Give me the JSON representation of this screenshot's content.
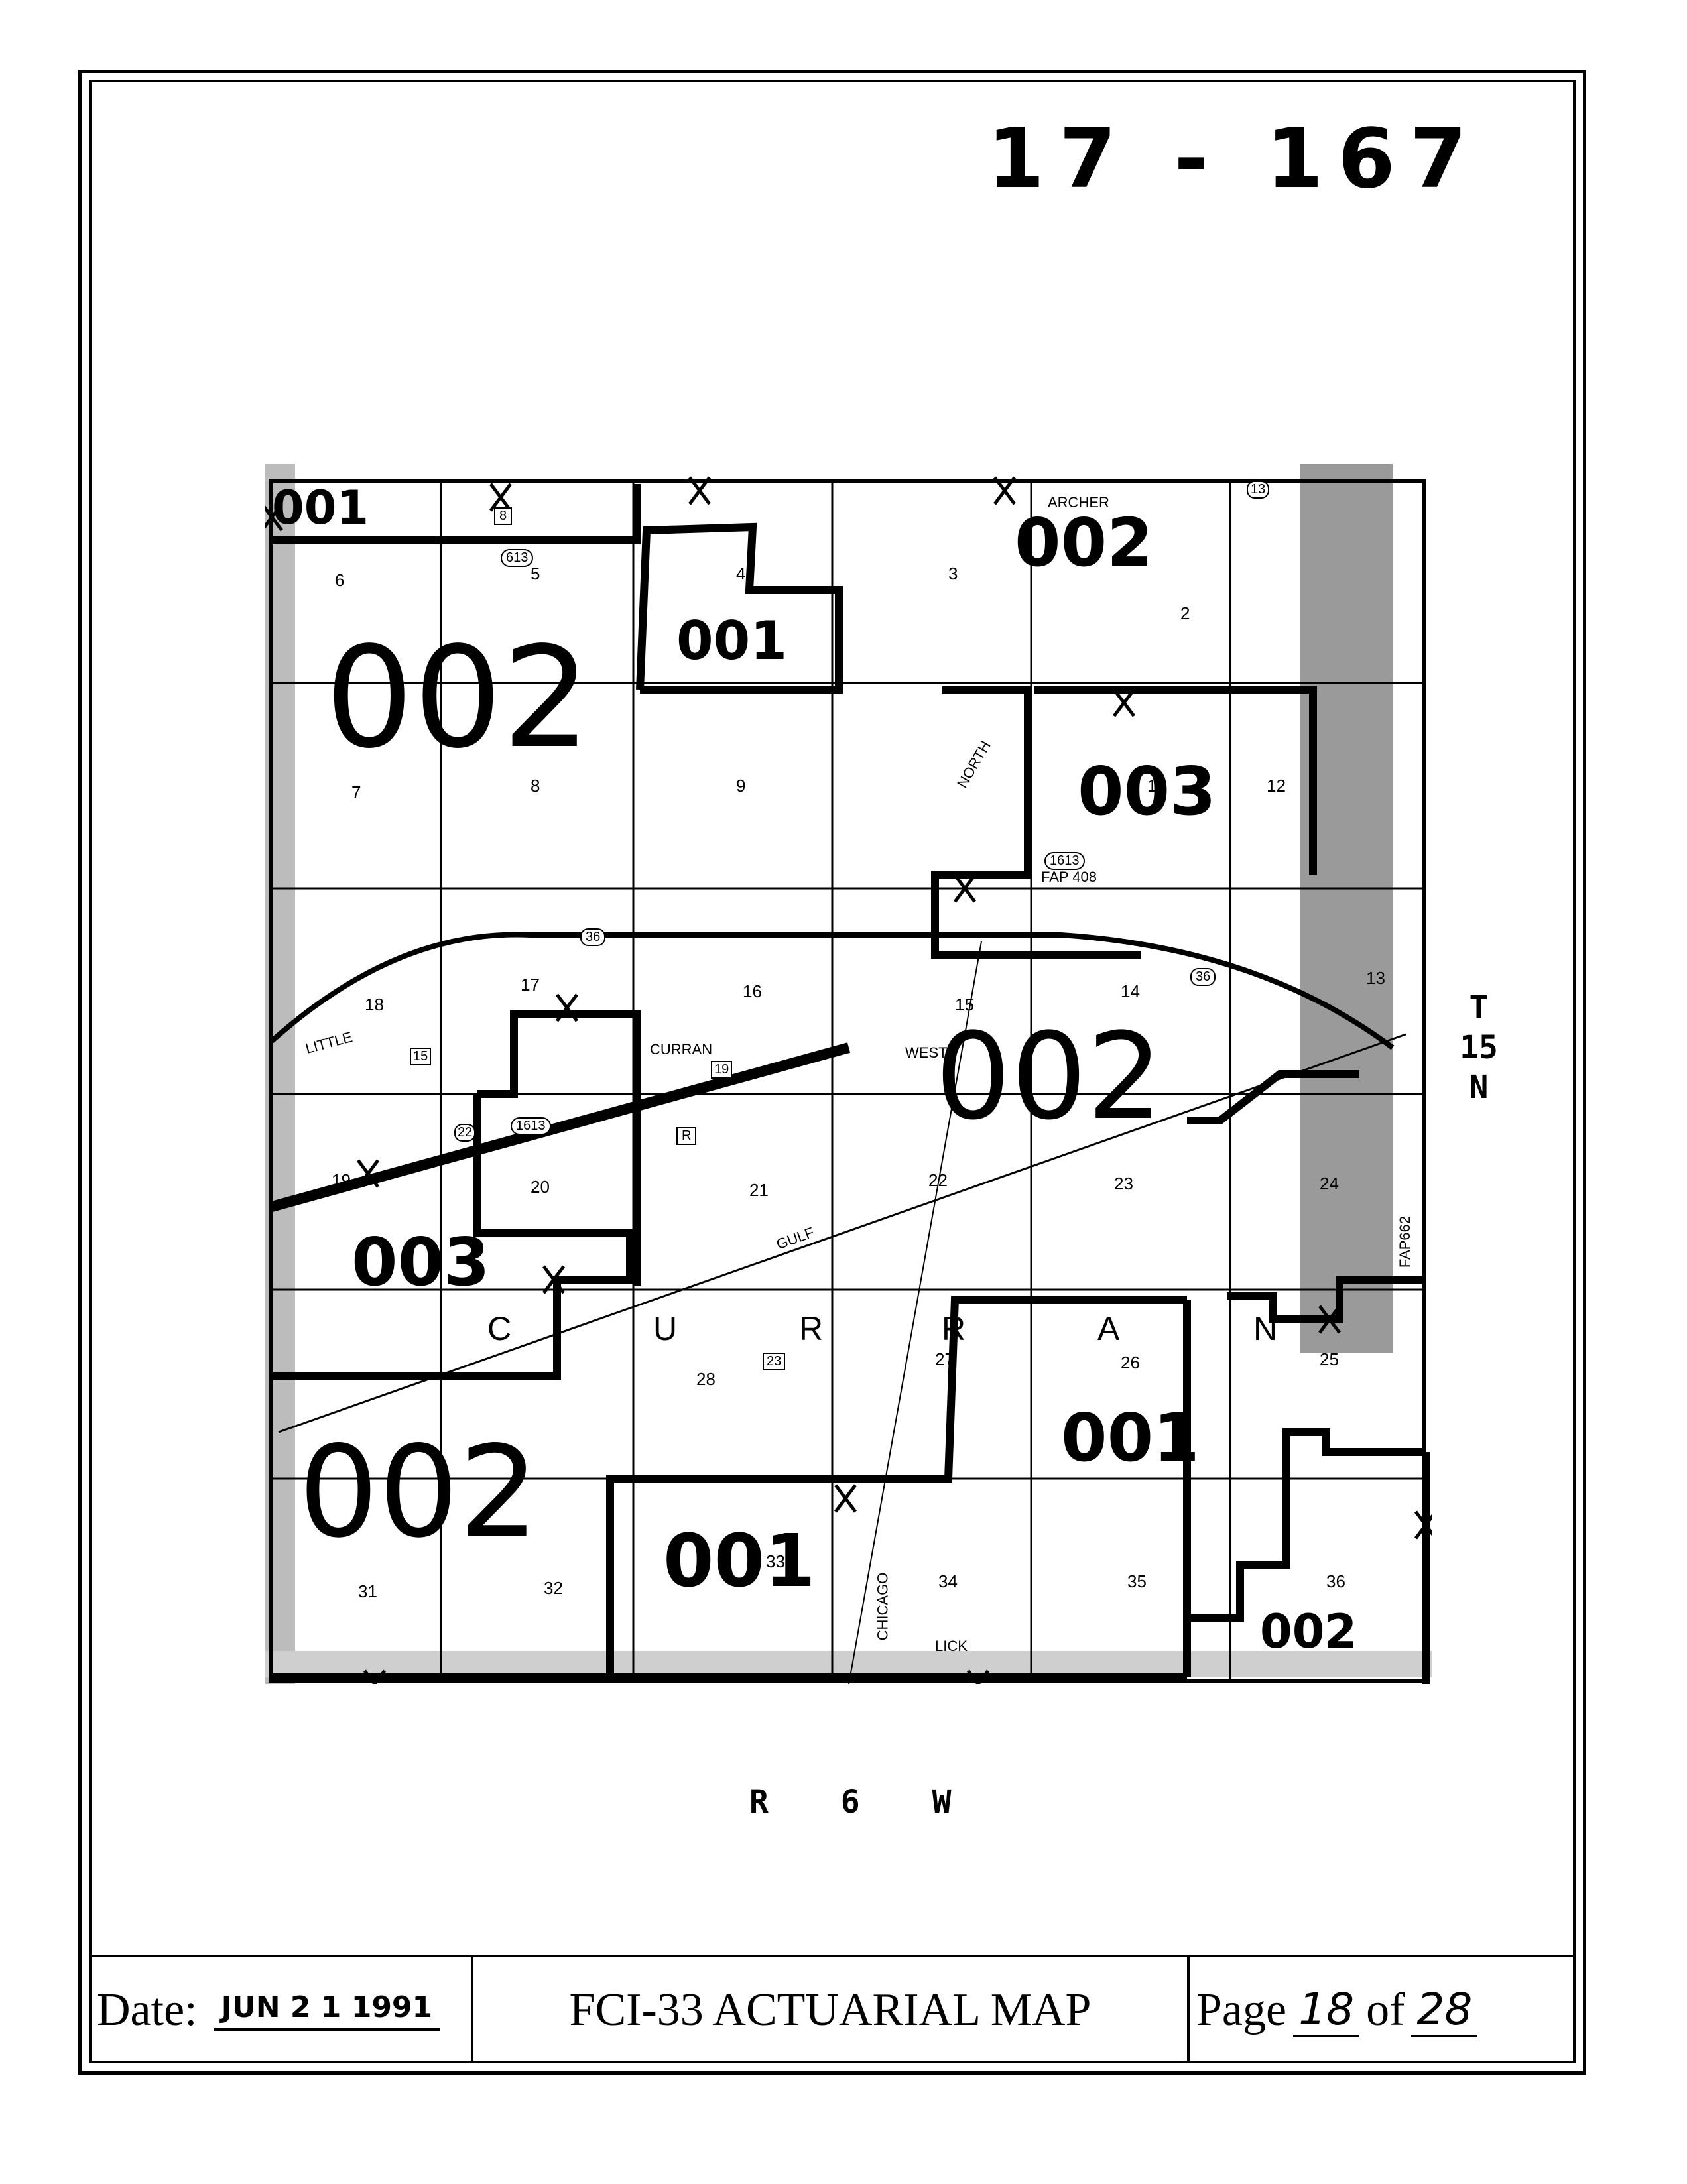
{
  "page_code": "17 - 167",
  "footer": {
    "date_label": "Date:",
    "date_value": "JUN 2 1 1991",
    "title": "FCI-33 ACTUARIAL MAP",
    "page_label": "Page",
    "page_number": "18",
    "page_of": "of",
    "page_total": "28"
  },
  "map": {
    "range_label": "R 6 W",
    "township_label": [
      "T",
      "15",
      "N"
    ],
    "zones": [
      "001",
      "002",
      "001",
      "002",
      "002",
      "003",
      "002",
      "003",
      "002",
      "001",
      "001",
      "002"
    ],
    "sections": [
      "1",
      "2",
      "3",
      "4",
      "5",
      "6",
      "7",
      "8",
      "9",
      "12",
      "13",
      "14",
      "15",
      "16",
      "17",
      "18",
      "19",
      "20",
      "21",
      "22",
      "23",
      "24",
      "25",
      "26",
      "27",
      "28",
      "31",
      "32",
      "33",
      "34",
      "35",
      "36"
    ],
    "place_names": [
      "ARCHER",
      "CURRAN",
      "NORTH",
      "WEST",
      "GULF",
      "LITTLE",
      "CHICAGO",
      "LICK",
      "FAP 408",
      "FAP662"
    ],
    "township_name_letters": [
      "C",
      "U",
      "R",
      "R",
      "A",
      "N"
    ],
    "route_shields": [
      "613",
      "1613",
      "1613",
      "36",
      "36",
      "15",
      "22",
      "19",
      "23",
      "13",
      "R",
      "8"
    ]
  },
  "colors": {
    "ink": "#000000",
    "shade": "#9a9a9a",
    "paper": "#ffffff"
  }
}
